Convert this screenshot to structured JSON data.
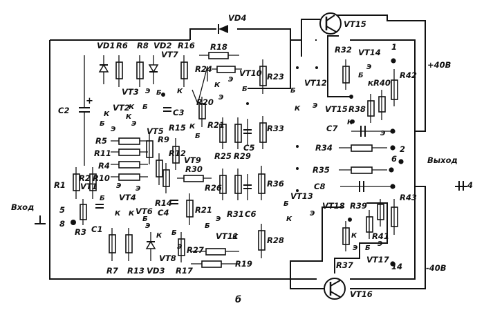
{
  "board": {
    "caption": "б",
    "supply_pos": "+40В",
    "supply_neg": "-40В",
    "input_label": "Вход",
    "output_label": "Выход"
  },
  "components": {
    "vd1": "VD1",
    "vd2": "VD2",
    "vd3": "VD3",
    "vd4": "VD4",
    "vt1": "VT1",
    "vt2": "VT2",
    "vt3": "VT3",
    "vt4": "VT4",
    "vt5": "VT5",
    "vt6": "VT6",
    "vt7": "VT7",
    "vt8": "VT8",
    "vt9": "VT9",
    "vt10": "VT10",
    "vt11": "VT11",
    "vt12": "VT12",
    "vt13": "VT13",
    "vt14": "VT14",
    "vt15": "VT15",
    "vt15b": "VT15",
    "vt16": "VT16",
    "vt17": "VT17",
    "vt18": "VT18",
    "r1": "R1",
    "r2": "R2",
    "r3": "R3",
    "r4": "R4",
    "r5": "R5",
    "r6": "R6",
    "r7": "R7",
    "r8": "R8",
    "r9": "R9",
    "r10": "R10",
    "r11": "R11",
    "r12": "R12",
    "r13": "R13",
    "r14": "R14",
    "r15": "R15",
    "r16": "R16",
    "r17": "R17",
    "r18": "R18",
    "r19": "R19",
    "r20": "R20",
    "r21": "R21",
    "r21b": "R21",
    "r23": "R23",
    "r24": "R24",
    "r25": "R25",
    "r26": "R26",
    "r27": "R27",
    "r28": "R28",
    "r29": "R29",
    "r30": "R30",
    "r31": "R31",
    "r32": "R32",
    "r33": "R33",
    "r34": "R34",
    "r35": "R35",
    "r36": "R36",
    "r37": "R37",
    "r38": "R38",
    "r39": "R39",
    "r40": "R40",
    "r41": "R41",
    "r42": "R42",
    "r43": "R43",
    "c1": "C1",
    "c2": "C2",
    "c3": "C3",
    "c4": "C4",
    "c5": "C5",
    "c6": "C6",
    "c7": "C7",
    "c8": "C8"
  },
  "pins": {
    "p1": "1",
    "p2": "2",
    "p4": "4",
    "p5": "5",
    "p6": "6",
    "p8": "8",
    "p14": "14"
  },
  "leads": {
    "e": "Э",
    "b": "Б",
    "k": "К"
  },
  "symbols": {
    "plus": "+"
  }
}
